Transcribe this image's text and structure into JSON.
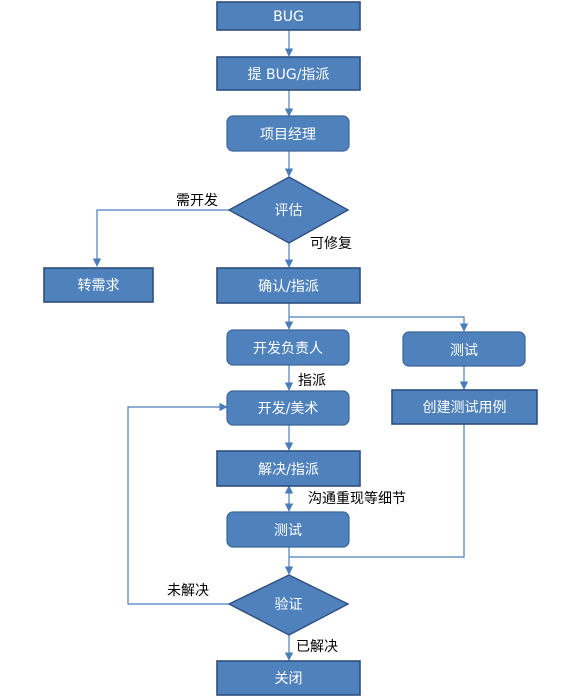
{
  "nodes": {
    "bug": "BUG",
    "report_assign": "提 BUG/指派",
    "project_manager": "项目经理",
    "evaluate": "评估",
    "to_requirement": "转需求",
    "confirm_assign": "确认/指派",
    "dev_lead": "开发负责人",
    "test_top": "测试",
    "create_test_case": "创建测试用例",
    "dev_art": "开发/美术",
    "resolve_assign": "解决/指派",
    "test_mid": "测试",
    "verify": "验证",
    "close": "关闭"
  },
  "edge_labels": {
    "needs_dev": "需开发",
    "fixable": "可修复",
    "assign": "指派",
    "communicate": "沟通重现等细节",
    "unresolved": "未解决",
    "resolved": "已解决"
  },
  "colors": {
    "node_fill": "#4f81bd",
    "node_border": "#2f4f7f",
    "connector": "#4a7ebb"
  }
}
